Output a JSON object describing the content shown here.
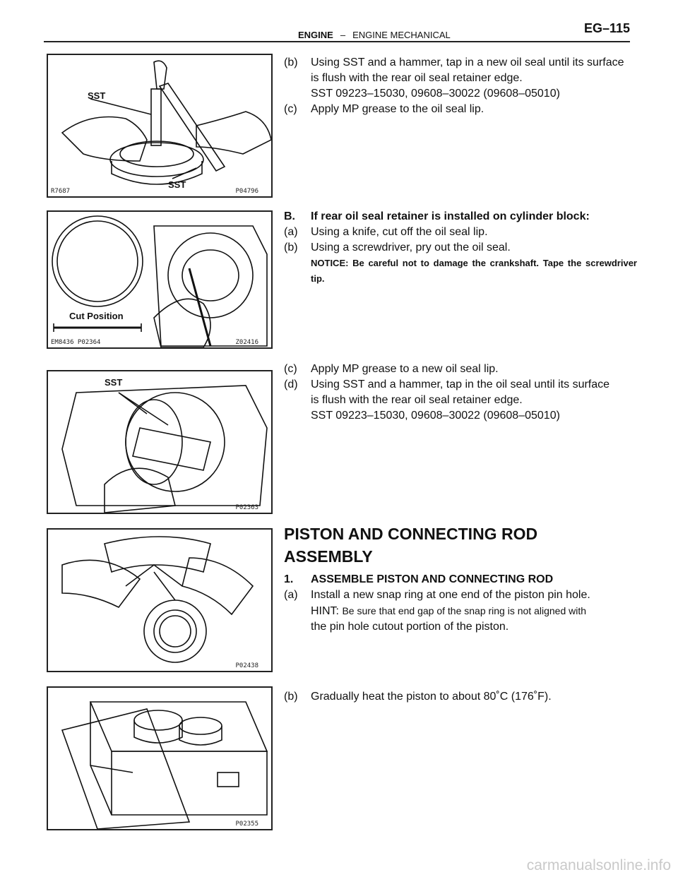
{
  "header": {
    "section": "ENGINE",
    "dash": "–",
    "subsection": "ENGINE MECHANICAL",
    "page": "EG–115"
  },
  "figures": [
    {
      "code_left": "R7687",
      "code_right": "P04796",
      "callouts": [
        "SST",
        "SST"
      ]
    },
    {
      "code_left": "EM8436 P02364",
      "code_right": "Z02416",
      "callouts": [
        "Cut Position"
      ]
    },
    {
      "code_left": "",
      "code_right": "P02363",
      "callouts": [
        "SST"
      ]
    },
    {
      "code_left": "",
      "code_right": "P02438",
      "callouts": []
    },
    {
      "code_left": "",
      "code_right": "P02355",
      "callouts": []
    }
  ],
  "section1": {
    "b_label": "(b)",
    "b_text": "Using SST and a hammer, tap in a new oil seal until its surface",
    "b_line2": "is flush with the rear oil seal retainer edge.",
    "b_sst": "SST 09223–15030, 09608–30022 (09608–05010)",
    "c_label": "(c)",
    "c_text": "Apply MP grease to the oil seal lip."
  },
  "section2": {
    "title_label": "B.",
    "title_text": "If rear oil seal retainer is installed on cylinder block:",
    "a_label": "(a)",
    "a_text": "Using a knife, cut off the oil seal lip.",
    "b_label": "(b)",
    "b_text": "Using a screwdriver, pry out the oil seal.",
    "notice": "NOTICE: Be careful not to damage the crankshaft. Tape the screwdriver tip."
  },
  "section3": {
    "c_label": "(c)",
    "c_text": "Apply MP grease to a new oil seal lip.",
    "d_label": "(d)",
    "d_text": "Using SST and a hammer, tap in the oil seal until its surface",
    "d_line2": "is flush with the rear oil seal retainer edge.",
    "d_sst": "SST 09223–15030, 09608–30022 (09608–05010)"
  },
  "section4": {
    "heading_line1": "PISTON AND CONNECTING ROD",
    "heading_line2": "ASSEMBLY",
    "step_label": "1.",
    "step_text": "ASSEMBLE PISTON AND CONNECTING ROD",
    "a_label": "(a)",
    "a_text": "Install a new snap ring at one end of the piston pin hole.",
    "hint_label": "HINT:",
    "hint_text": "Be sure that end gap of the snap ring is not aligned with",
    "hint_line2": "the pin hole cutout portion of the piston."
  },
  "section5": {
    "b_label": "(b)",
    "b_text": "Gradually heat the piston to about 80˚C (176˚F)."
  },
  "watermark": "carmanualsonline.info"
}
